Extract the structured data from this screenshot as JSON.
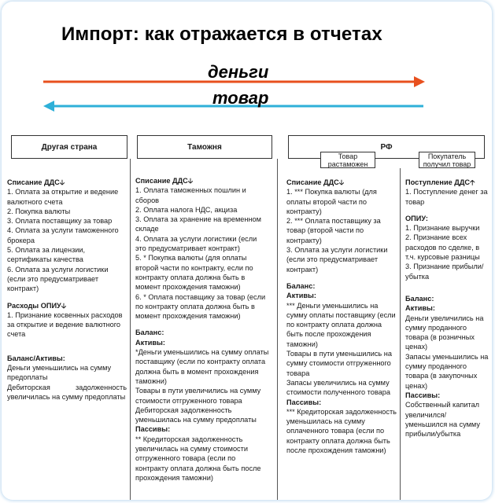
{
  "title": "Импорт: как отражается в отчетах",
  "flows": {
    "money": "деньги",
    "goods": "товар"
  },
  "colors": {
    "money_arrow": "#e8501e",
    "goods_arrow": "#2eb0d8",
    "frame_glow": "#bcd8ef"
  },
  "headers": {
    "other_country": "Другая страна",
    "customs": "Таможня",
    "rf": "РФ",
    "rf_goods_cleared": "Товар растаможен",
    "rf_buyer_received": "Покупатель получил товар"
  },
  "col1": {
    "dds_head": "Списание ДДС🡣",
    "dds": [
      "1. Оплата за открытие и ведение валютного счета",
      "2. Покупка валюты",
      "3. Оплата поставщику за товар",
      "4. Оплата за услуги таможенного брокера",
      "5. Оплата за лицензии, сертификаты качества",
      "6. Оплата за услуги логистики (если это предусматривает контракт)"
    ],
    "opiu_head": "Расходы ОПИУ🡣",
    "opiu": [
      "1. Признание косвенных расходов за открытие и ведение валютного счета"
    ],
    "bal_head": "Баланс/Активы:",
    "bal": [
      "Деньги уменьшились на сумму предоплаты",
      "Дебиторская задолженность увеличилась на сумму предоплаты"
    ]
  },
  "col2": {
    "dds_head": "Списание ДДС🡣",
    "dds": [
      "1. Оплата таможенных пошлин и сборов",
      "2. Оплата налога НДС, акциза",
      "3. Оплата за хранение на временном складе",
      "4. Оплата за услуги логистики (если это предусматривает контракт)",
      "5. * Покупка валюты (для оплаты второй части по контракту, если по контракту оплата должна быть в момент прохождения таможни)",
      "6. * Оплата поставщику за товар (если по контракту оплата должна быть в момент прохождения таможни)"
    ],
    "bal_head": "Баланс:",
    "act_head": "Активы:",
    "act": [
      "*Деньги уменьшились на сумму оплаты поставщику (если по контракту оплата должна быть в момент прохождения таможни)",
      "Товары в пути увеличились на сумму стоимости отгруженного товара",
      "Дебиторская задолженность уменьшилась на сумму предоплаты"
    ],
    "pas_head": "Пассивы:",
    "pas": [
      "** Кредиторская задолженность увеличилась на сумму стоимости отгруженного товара (если по контракту оплата должна быть после прохождения таможни)"
    ]
  },
  "col3": {
    "dds_head": "Списание ДДС🡣",
    "dds": [
      "1. *** Покупка валюты (для оплаты второй части по контракту)",
      "2. *** Оплата поставщику за товар (второй части по контракту)",
      "3. Оплата за услуги логистики (если это предусматривает контракт)"
    ],
    "bal_head": "Баланс:",
    "act_head": "Активы:",
    "act": [
      "*** Деньги уменьшились на сумму оплаты поставщику (если по контракту оплата должна быть после прохождения таможни)",
      "Товары в пути уменьшились на сумму стоимости отгруженного товара",
      "Запасы увеличились на сумму стоимости полученного товара"
    ],
    "pas_head": "Пассивы:",
    "pas": [
      "*** Кредиторская задолженность уменьшилась на сумму оплаченного товара (если по контракту оплата должна быть после прохождения таможни)"
    ]
  },
  "col4": {
    "dds_head": "Поступление ДДС🡡",
    "dds": [
      "1. Поступление денег за товар"
    ],
    "opiu_head": "ОПИУ:",
    "opiu": [
      "1. Признание выручки",
      "2. Признание всех расходов по сделке, в т.ч. курсовые разницы",
      "3. Признание прибыли/убытка"
    ],
    "bal_head": "Баланс:",
    "act_head": "Активы:",
    "act": [
      "Деньги увеличились на сумму проданного товара (в розничных ценах)",
      "Запасы уменьшились на сумму проданного товара (в закупочных ценах)"
    ],
    "pas_head": "Пассивы:",
    "pas": [
      "Собственный капитал увеличился/ уменьшился на сумму прибыли/убытка"
    ]
  }
}
